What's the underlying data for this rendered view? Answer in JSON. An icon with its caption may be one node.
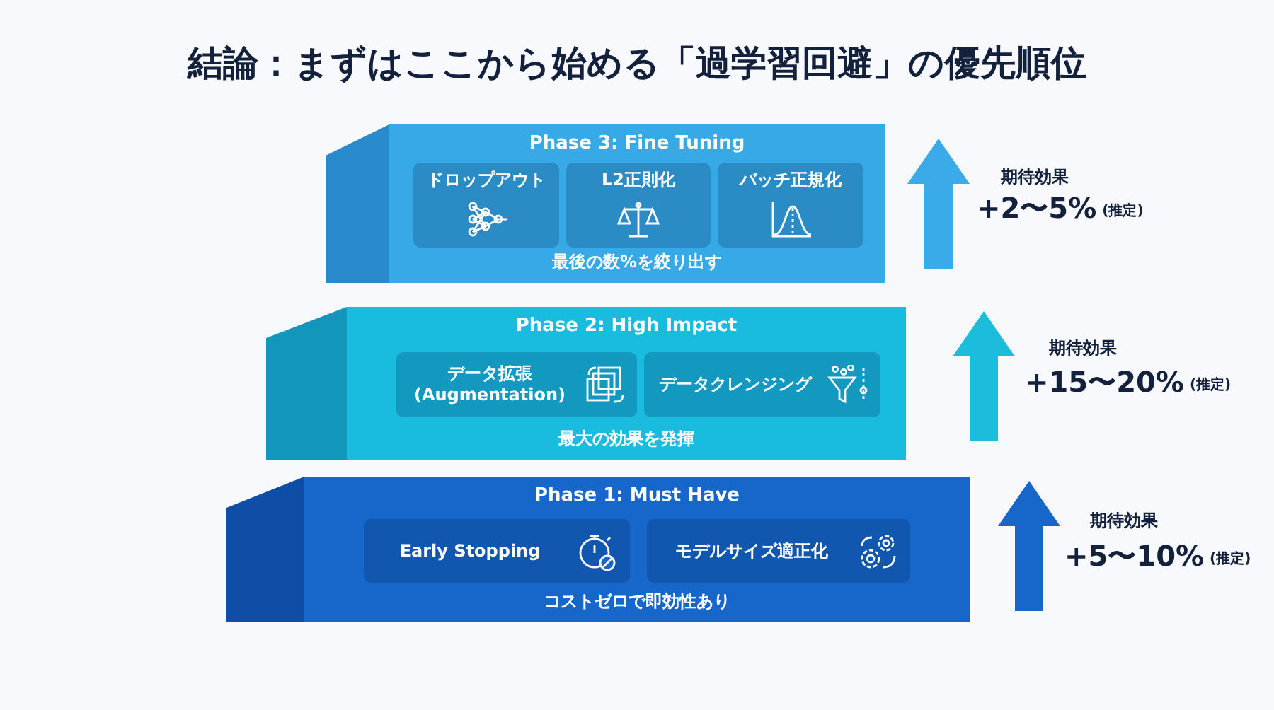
{
  "diagram": {
    "title": "結論：まずはここから始める「過学習回避」の優先順位",
    "nodes": [
      {
        "text": [
          "Phase 3: Fine Tuning",
          "最後の数%を絞り出す"
        ]
      },
      {
        "text": [
          "ドロップアウト"
        ],
        "in": 0
      },
      {
        "text": [
          "L2正則化"
        ],
        "in": 0
      },
      {
        "text": [
          "バッチ正規化"
        ],
        "in": 0
      },
      {
        "text": [
          "Phase 2: High Impact",
          "最大の効果を発揮"
        ]
      },
      {
        "text": [
          "データ拡張 (Augmentation)"
        ],
        "in": 4
      },
      {
        "text": [
          "データクレンジング"
        ],
        "in": 4
      },
      {
        "text": [
          "Phase 1: Must Have",
          "コストゼロで即効性あり"
        ]
      },
      {
        "text": [
          "Early Stopping"
        ],
        "in": 7
      },
      {
        "text": [
          "モデルサイズ適正化"
        ],
        "in": 7
      }
    ],
    "edges": [],
    "labels": [
      "期待効果",
      "+2〜5%",
      "(推定)",
      "期待効果",
      "+15〜20%",
      "(推定)",
      "期待効果",
      "+5〜10%",
      "(推定)"
    ]
  }
}
